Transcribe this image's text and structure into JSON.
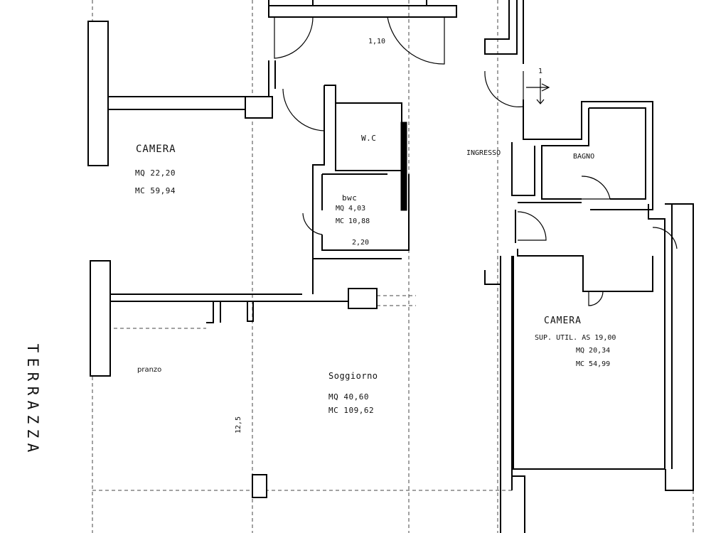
{
  "rooms": {
    "camera_left": {
      "name": "CAMERA",
      "mq": "MQ  22,20",
      "mc": "MC  59,94"
    },
    "wc": {
      "name": "W.C"
    },
    "bwc": {
      "name": "bwc",
      "mq": "MQ  4,03",
      "mc": "MC  10,88",
      "dim": "2,20"
    },
    "ingresso": {
      "name": "INGRESSO"
    },
    "bagno": {
      "name": "BAGNO"
    },
    "pranzo": {
      "name": "pranzo"
    },
    "soggiorno": {
      "name": "Soggiorno",
      "mq": "MQ  40,60",
      "mc": "MC  109,62"
    },
    "camera_right": {
      "name": "CAMERA",
      "sup": "SUP. UTIL. AS 19,00",
      "mq": "MQ  20,34",
      "mc": "MC  54,99"
    }
  },
  "dimensions": {
    "corridor": "1,10",
    "height": "12,5"
  },
  "terrace": {
    "letters": [
      "T",
      "E",
      "R",
      "R",
      "A",
      "Z",
      "Z",
      "A"
    ]
  },
  "section_marker": "1"
}
